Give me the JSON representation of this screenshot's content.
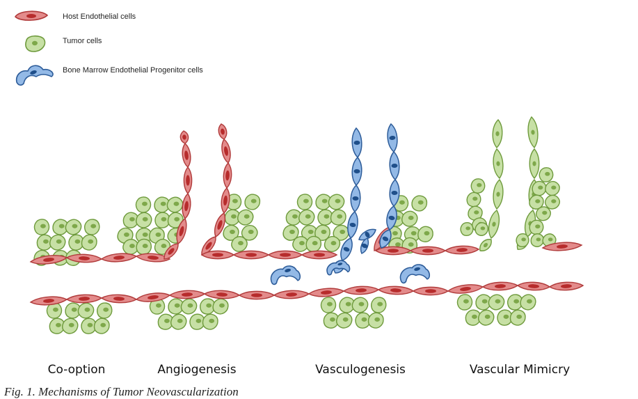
{
  "legend": [
    {
      "key": "endothelial",
      "label": "Host Endothelial cells"
    },
    {
      "key": "tumor",
      "label": "Tumor cells"
    },
    {
      "key": "progenitor",
      "label": "Bone Marrow Endothelial Progenitor cells"
    }
  ],
  "mechanisms": [
    {
      "key": "co-option",
      "label": "Co-option"
    },
    {
      "key": "angiogenesis",
      "label": "Angiogenesis"
    },
    {
      "key": "vasculogenesis",
      "label": "Vasculogenesis"
    },
    {
      "key": "vascular-mimicry",
      "label": "Vascular Mimicry"
    }
  ],
  "caption": "Fig. 1. Mechanisms of Tumor Neovascularization",
  "colors": {
    "endothelial_fill": "#e38b8b",
    "endothelial_stroke": "#b03a3a",
    "endothelial_nucleus": "#b72c2c",
    "tumor_fill": "#c7e0a5",
    "tumor_stroke": "#6e9a3c",
    "tumor_nucleus": "#7ea84a",
    "progenitor_fill": "#93b9e6",
    "progenitor_stroke": "#2d5c99",
    "progenitor_nucleus": "#1f4f8a"
  }
}
